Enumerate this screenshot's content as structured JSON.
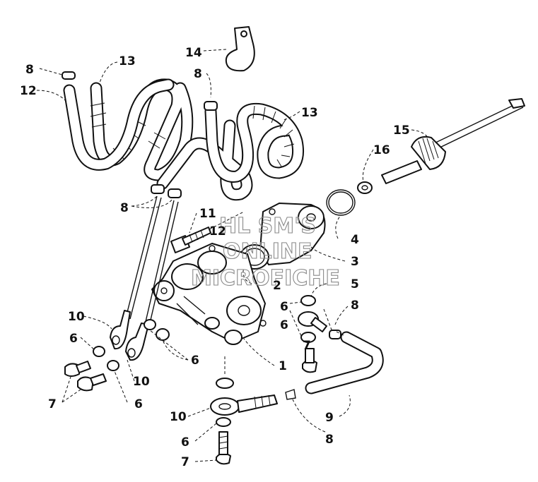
{
  "watermark": [
    "HL SM'S",
    "ONLINE",
    "MICROFICHE"
  ],
  "callouts": [
    {
      "id": "c8a",
      "text": "8"
    },
    {
      "id": "c13a",
      "text": "13"
    },
    {
      "id": "c12a",
      "text": "12"
    },
    {
      "id": "c14",
      "text": "14"
    },
    {
      "id": "c8b",
      "text": "8"
    },
    {
      "id": "c13b",
      "text": "13"
    },
    {
      "id": "c15",
      "text": "15"
    },
    {
      "id": "c16",
      "text": "16"
    },
    {
      "id": "c8c",
      "text": "8"
    },
    {
      "id": "c11",
      "text": "11"
    },
    {
      "id": "c12b",
      "text": "12"
    },
    {
      "id": "c4",
      "text": "4"
    },
    {
      "id": "c3",
      "text": "3"
    },
    {
      "id": "c2",
      "text": "2"
    },
    {
      "id": "c5",
      "text": "5"
    },
    {
      "id": "c8d",
      "text": "8"
    },
    {
      "id": "c6a",
      "text": "6"
    },
    {
      "id": "c10a",
      "text": "10"
    },
    {
      "id": "c6b",
      "text": "6"
    },
    {
      "id": "c7a",
      "text": "7"
    },
    {
      "id": "c6c",
      "text": "6"
    },
    {
      "id": "c1",
      "text": "1"
    },
    {
      "id": "c10b",
      "text": "10"
    },
    {
      "id": "c7b",
      "text": "7"
    },
    {
      "id": "c6d",
      "text": "6"
    },
    {
      "id": "c6e",
      "text": "6"
    },
    {
      "id": "c10c",
      "text": "10"
    },
    {
      "id": "c9",
      "text": "9"
    },
    {
      "id": "c6f",
      "text": "6"
    },
    {
      "id": "c8e",
      "text": "8"
    },
    {
      "id": "c7c",
      "text": "7"
    }
  ]
}
